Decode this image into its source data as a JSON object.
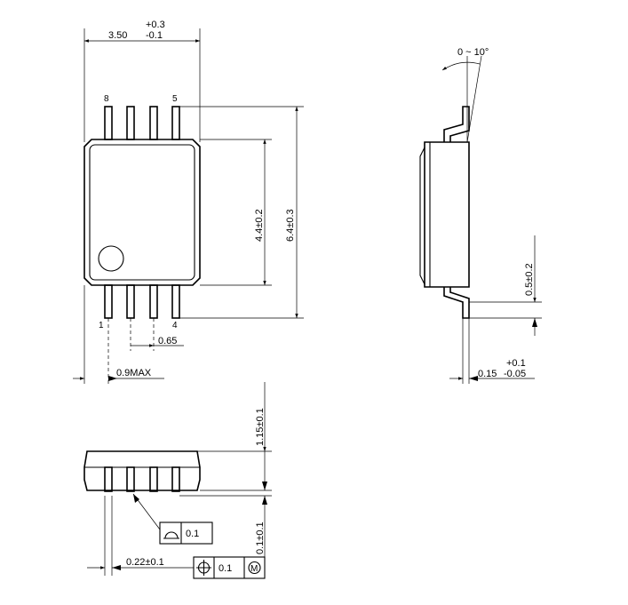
{
  "top_view": {
    "width_nominal": "3.50",
    "width_tol_plus": "+0.3",
    "width_tol_minus": "-0.1",
    "pin_8": "8",
    "pin_5": "5",
    "pin_1": "1",
    "pin_4": "4",
    "body_width": "4.4±0.2",
    "overall_width": "6.4±0.3",
    "pitch": "0.65",
    "max_offset": "0.9MAX"
  },
  "side_view": {
    "lead_angle": "0 ~ 10°",
    "lead_length": "0.5±0.2",
    "lead_thk_tol_plus": "+0.1",
    "lead_thk": "0.15",
    "lead_thk_tol_minus": "-0.05"
  },
  "front_view": {
    "height": "1.15±0.1",
    "standoff": "0.1±0.1",
    "lead_width": "0.22±0.1",
    "flatness_value": "0.1",
    "position_value": "0.1",
    "mmc_symbol": "M"
  }
}
